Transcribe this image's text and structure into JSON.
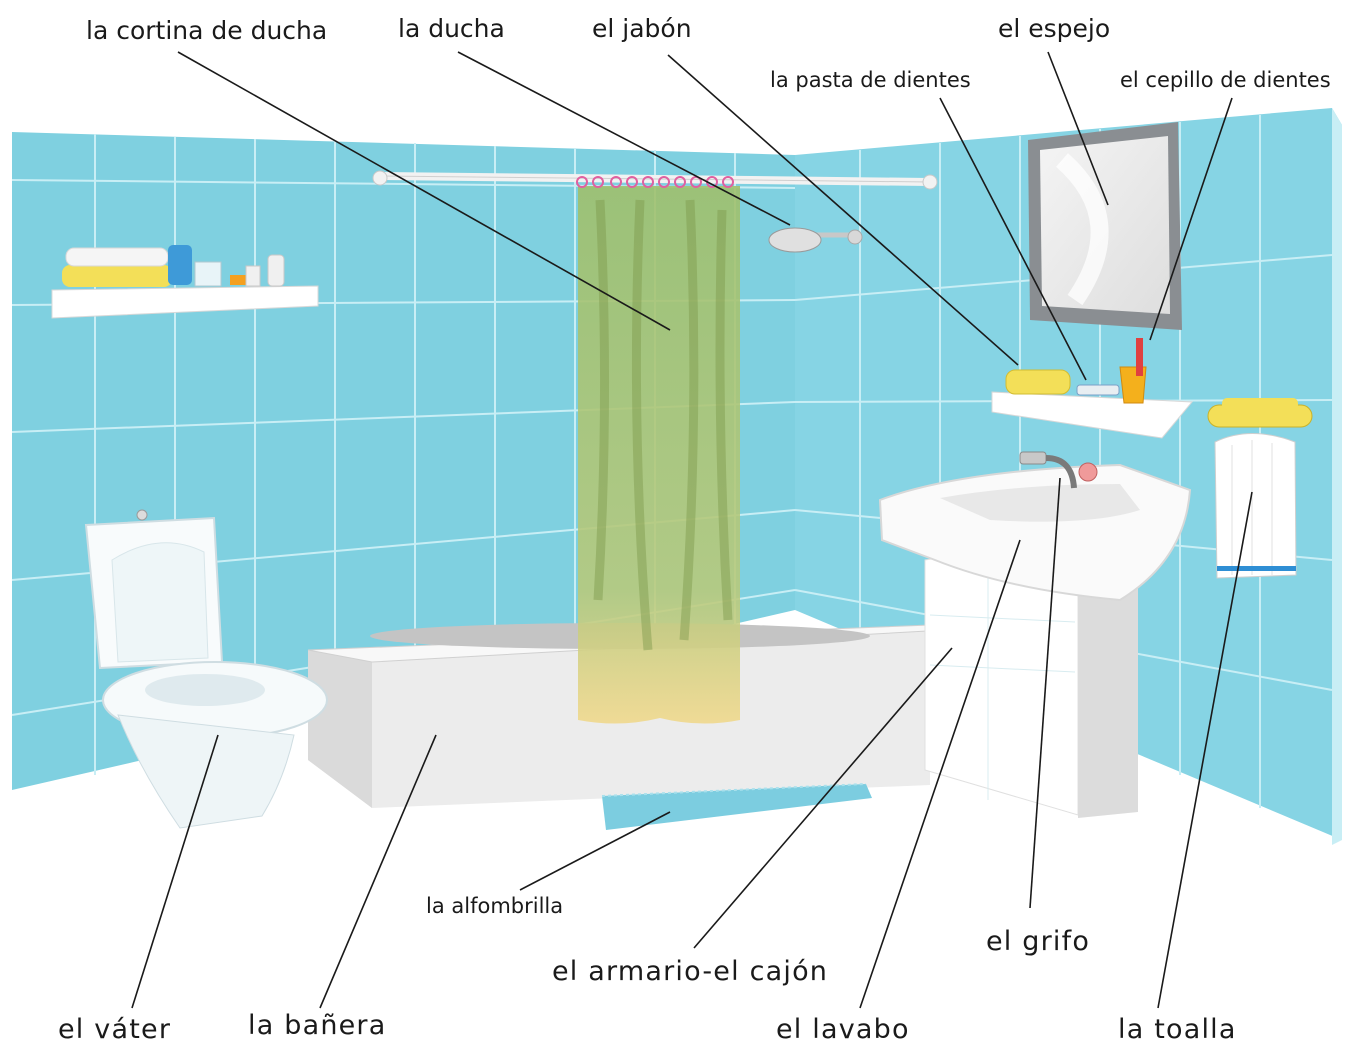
{
  "labels": {
    "shower_curtain": "la cortina de ducha",
    "shower": "la ducha",
    "soap": "el jabón",
    "mirror": "el espejo",
    "toothpaste": "la pasta de dientes",
    "toothbrush": "el cepillo de dientes",
    "bath_mat": "la alfombrilla",
    "cabinet_drawer": "el armario-el cajón",
    "tap": "el grifo",
    "toilet": "el váter",
    "bathtub": "la bañera",
    "sink": "el lavabo",
    "towel": "la toalla"
  },
  "colors": {
    "wall": "#7fd0e0",
    "grout": "#c8eef5",
    "curtain": "#a8c870",
    "mat": "#7ccde0"
  }
}
